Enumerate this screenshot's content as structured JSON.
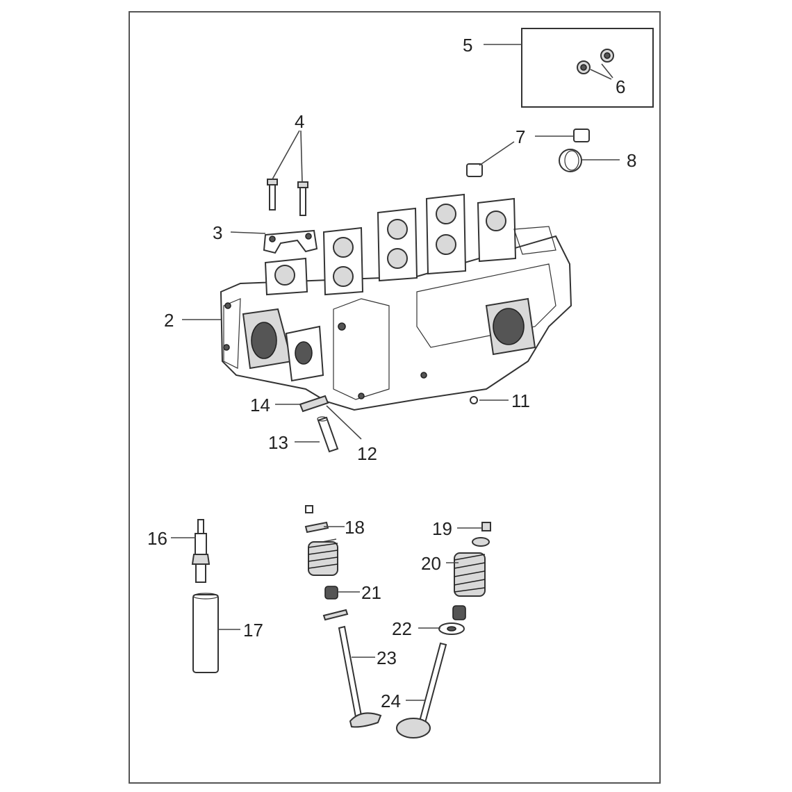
{
  "callouts": [
    {
      "id": "c2",
      "text": "2"
    },
    {
      "id": "c3",
      "text": "3"
    },
    {
      "id": "c4",
      "text": "4"
    },
    {
      "id": "c5",
      "text": "5"
    },
    {
      "id": "c6",
      "text": "6"
    },
    {
      "id": "c7",
      "text": "7"
    },
    {
      "id": "c8",
      "text": "8"
    },
    {
      "id": "c11",
      "text": "11"
    },
    {
      "id": "c12",
      "text": "12"
    },
    {
      "id": "c13",
      "text": "13"
    },
    {
      "id": "c14",
      "text": "14"
    },
    {
      "id": "c16",
      "text": "16"
    },
    {
      "id": "c17",
      "text": "17"
    },
    {
      "id": "c18",
      "text": "18"
    },
    {
      "id": "c19",
      "text": "19"
    },
    {
      "id": "c20",
      "text": "20"
    },
    {
      "id": "c21",
      "text": "21"
    },
    {
      "id": "c22",
      "text": "22"
    },
    {
      "id": "c23",
      "text": "23"
    },
    {
      "id": "c24",
      "text": "24"
    }
  ]
}
